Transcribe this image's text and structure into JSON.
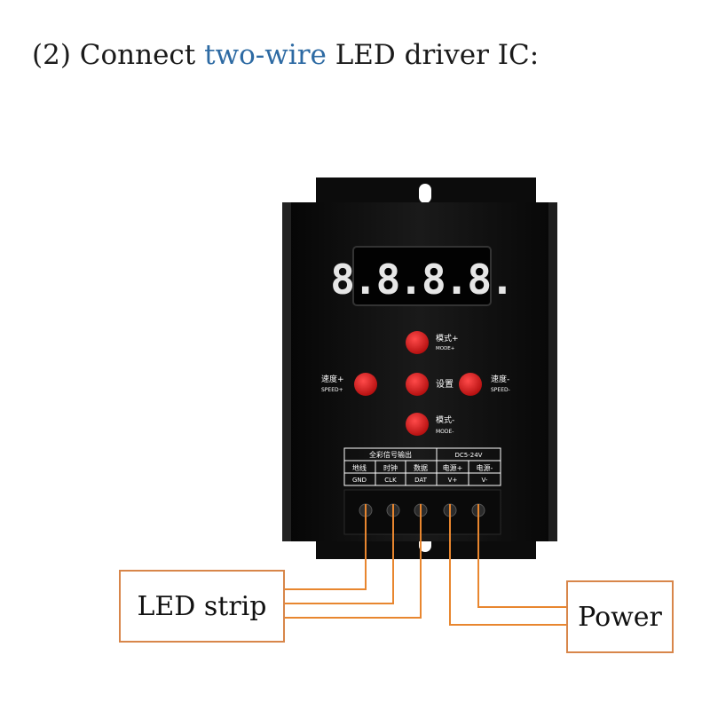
{
  "heading": {
    "prefix": "(2) Connect ",
    "accent": "two-wire",
    "suffix": " LED driver IC:"
  },
  "controller": {
    "display": "8.8.8.8.",
    "buttons": {
      "top": {
        "cn": "模式+",
        "en": "MODE+"
      },
      "left": {
        "cn": "速度+",
        "en": "SPEED+"
      },
      "center": {
        "cn": "设置",
        "en": ""
      },
      "right": {
        "cn": "速度-",
        "en": "SPEED-"
      },
      "bottom": {
        "cn": "模式-",
        "en": "MODE-"
      }
    },
    "terminal_header_left": "全彩信号输出",
    "terminal_header_right": "DC5-24V",
    "terminals": [
      {
        "cn": "地线",
        "en": "GND"
      },
      {
        "cn": "时钟",
        "en": "CLK"
      },
      {
        "cn": "数据",
        "en": "DAT"
      },
      {
        "cn": "电源+",
        "en": "V+"
      },
      {
        "cn": "电源-",
        "en": "V-"
      }
    ]
  },
  "labels": {
    "led_strip": "LED strip",
    "power": "Power"
  },
  "colors": {
    "wire": "#e8862f",
    "button": "#d41717",
    "segment": "#e6e6e6",
    "accent": "#2d6aa3"
  }
}
